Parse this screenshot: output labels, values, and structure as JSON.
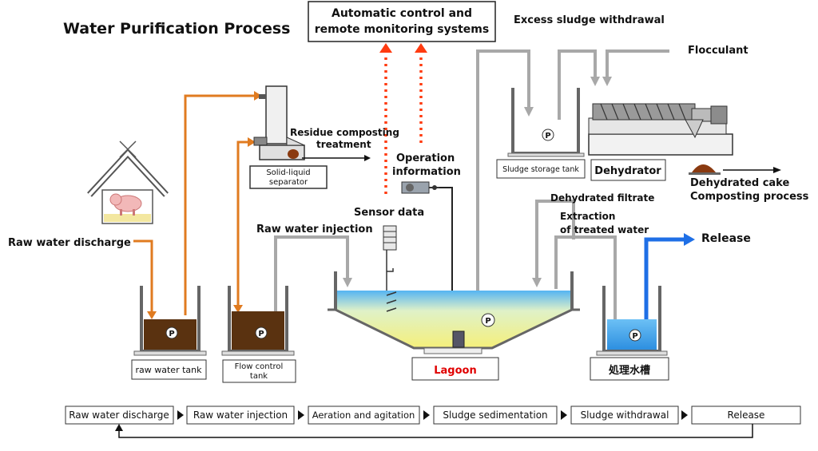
{
  "title": "Water Purification Process",
  "control_box": {
    "line1": "Automatic control and",
    "line2": "remote monitoring systems"
  },
  "labels": {
    "excess_sludge": "Excess sludge withdrawal",
    "flocculant": "Flocculant",
    "residue_line1": "Residue composting",
    "residue_line2": "treatment",
    "operation_line1": "Operation",
    "operation_line2": "information",
    "sensor_data": "Sensor data",
    "raw_water_injection": "Raw water injection",
    "raw_water_discharge": "Raw water discharge",
    "dehydrated_filtrate": "Dehydrated filtrate",
    "extraction_line1": "Extraction",
    "extraction_line2": "of treated water",
    "release": "Release",
    "dehydrated_cake_line1": "Dehydrated cake",
    "dehydrated_cake_line2": "Composting process",
    "pump": "P"
  },
  "equipment": {
    "solid_liquid_line1": "Solid-liquid",
    "solid_liquid_line2": "separator",
    "sludge_storage_tank": "Sludge storage tank",
    "dehydrator": "Dehydrator",
    "raw_water_tank": "raw water tank",
    "flow_control_line1": "Flow control",
    "flow_control_line2": "tank",
    "lagoon": "Lagoon",
    "treated_water_tank": "処理水槽"
  },
  "flow_steps": [
    "Raw water discharge",
    "Raw water injection",
    "Aeration and agitation",
    "Sludge sedimentation",
    "Sludge withdrawal",
    "Release"
  ],
  "colors": {
    "orange_pipe": "#e07b20",
    "gray_pipe": "#a8a8a8",
    "signal_red": "#ff3b10",
    "release_blue": "#1f6fe6",
    "sludge_brown": "#5a3210",
    "lagoon_red": "#e00000"
  }
}
